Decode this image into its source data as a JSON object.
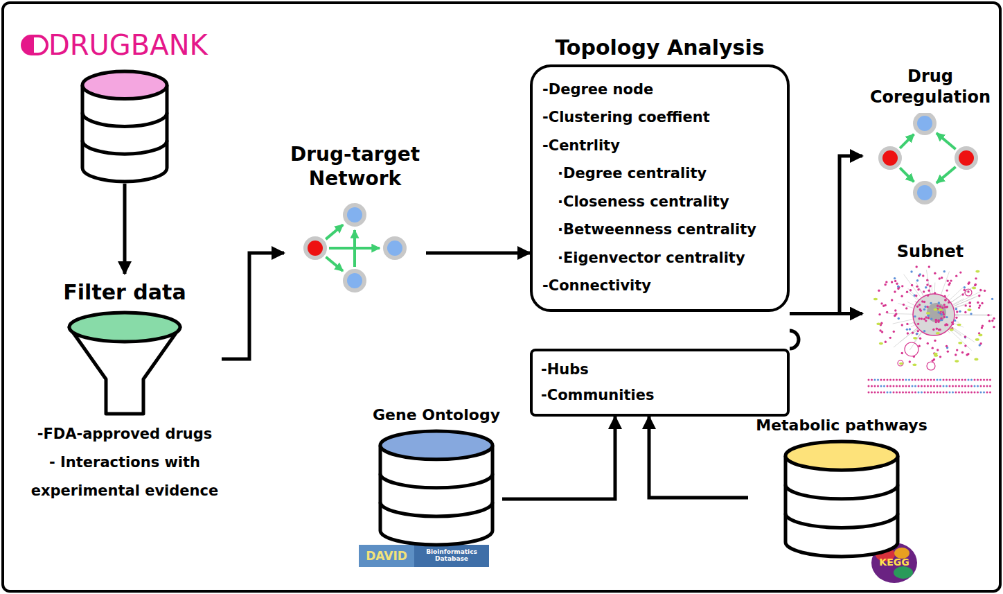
{
  "diagram": {
    "nodes": [
      {
        "text": [
          "DRUGBANK"
        ]
      },
      {
        "text": [
          "Filter data",
          "-FDA-approved drugs",
          "- Interactions with experimental evidence"
        ]
      },
      {
        "text": [
          "Drug-target Network"
        ]
      },
      {
        "text": [
          "Topology Analysis",
          "-Degree node",
          "-Clustering coeffient",
          "-Centrlity",
          "·Degree centrality",
          "·Closeness centrality",
          "·Betweenness centrality",
          "·Eigenvector centrality",
          "-Connectivity"
        ]
      },
      {
        "text": [
          "-Hubs",
          "-Communities"
        ]
      },
      {
        "text": [
          "Gene Ontology"
        ]
      },
      {
        "text": [
          "Metabolic pathways"
        ]
      },
      {
        "text": [
          "Drug Coregulation"
        ]
      },
      {
        "text": [
          "Subnet"
        ]
      }
    ],
    "edges": [
      {
        "from": 0,
        "to": 1,
        "arrow": "to"
      },
      {
        "from": 1,
        "to": 2,
        "arrow": "to"
      },
      {
        "from": 2,
        "to": 3,
        "arrow": "to"
      },
      {
        "from": 3,
        "to": 7,
        "arrow": "to"
      },
      {
        "from": 3,
        "to": 8,
        "arrow": "to"
      },
      {
        "from": 5,
        "to": 4,
        "arrow": "to"
      },
      {
        "from": 6,
        "to": 4,
        "arrow": "to"
      }
    ],
    "labels": [
      "DAVID",
      "Bioinformatics Database",
      "KEGG"
    ]
  }
}
